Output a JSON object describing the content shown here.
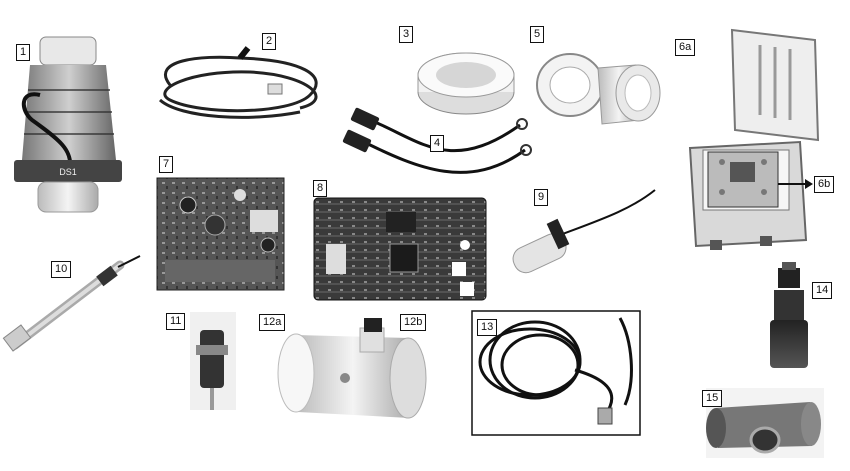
{
  "parts": [
    {
      "id": "1",
      "name": "cell"
    },
    {
      "id": "2",
      "name": "cord"
    },
    {
      "id": "3",
      "name": "cap"
    },
    {
      "id": "4",
      "name": "sensor-leads"
    },
    {
      "id": "5",
      "name": "union-nut"
    },
    {
      "id": "6a",
      "name": "enclosure"
    },
    {
      "id": "6b",
      "name": "display-panel"
    },
    {
      "id": "7",
      "name": "power-board"
    },
    {
      "id": "8",
      "name": "control-board"
    },
    {
      "id": "9",
      "name": "temp-sensor"
    },
    {
      "id": "10",
      "name": "probe"
    },
    {
      "id": "11",
      "name": "flow-switch"
    },
    {
      "id": "12a",
      "name": "tee-fitting"
    },
    {
      "id": "12b",
      "name": "tee-fitting-plug"
    },
    {
      "id": "13",
      "name": "cable-bundle"
    },
    {
      "id": "14",
      "name": "check-valve"
    },
    {
      "id": "15",
      "name": "threaded-tee"
    }
  ],
  "cell_text": "DS1"
}
